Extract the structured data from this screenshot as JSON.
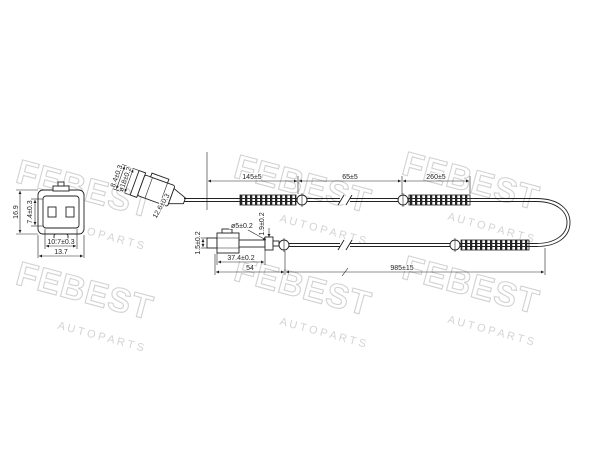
{
  "watermark": {
    "brand": "FEBEST",
    "tagline": "A U T O   P A R T S"
  },
  "dimensions": {
    "connector_height": "16.9",
    "connector_inner_height": "7.4±0.3",
    "connector_inner_width": "10.7±0.3",
    "connector_width": "13.7",
    "connector_side_outer": "8.4±0.3",
    "connector_side_inner": "ø18±0.2",
    "connector_side_body": "12.6±0.3",
    "cable_segment_1": "145±5",
    "cable_segment_2": "65±5",
    "cable_segment_3": "260±5",
    "cable_diameter": "ø5±0.2",
    "sensor_collar": "1.9±0.2",
    "sensor_tip": "1.5±0.2",
    "sensor_body": "37.4±0.2",
    "sensor_length": "54",
    "total_length": "985±15"
  },
  "colors": {
    "line": "#222222",
    "watermark": "#d2d2d2",
    "background": "#ffffff"
  }
}
